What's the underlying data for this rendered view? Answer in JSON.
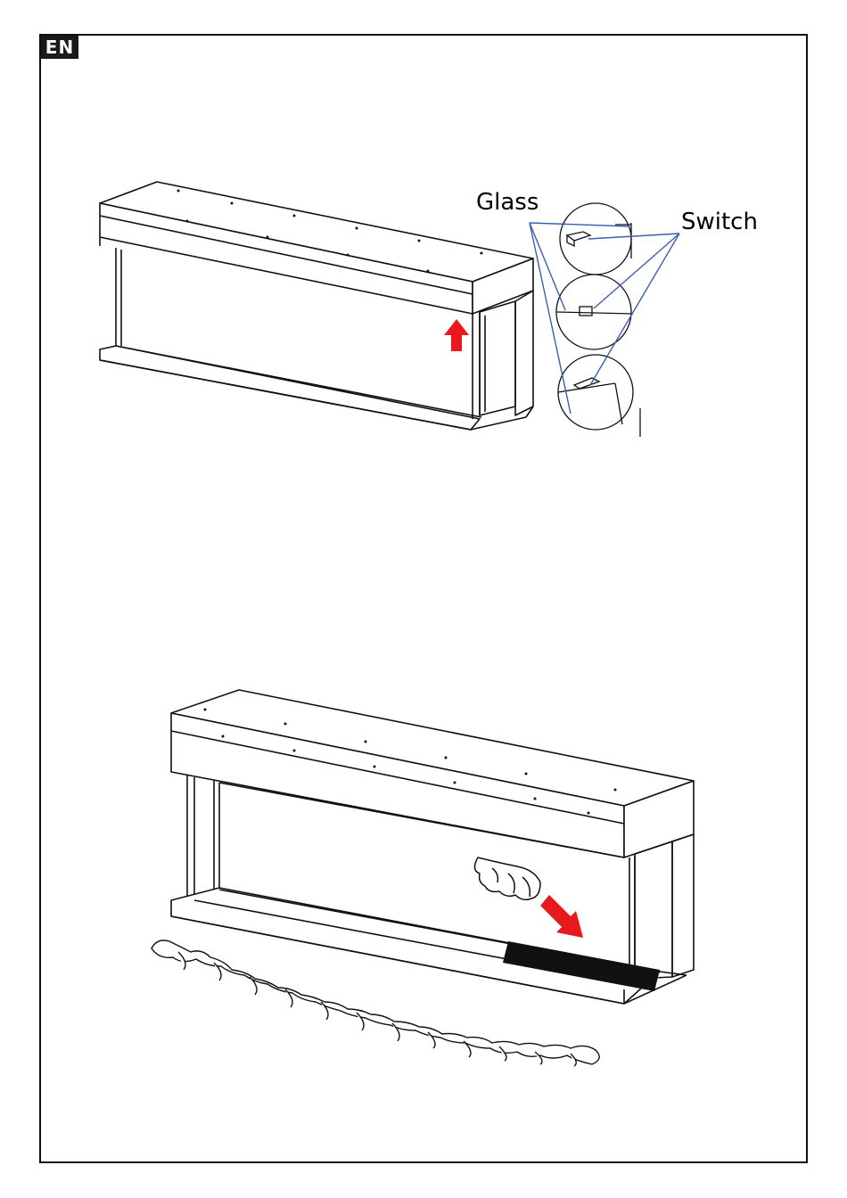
{
  "page": {
    "language_badge": "EN"
  },
  "figure_top": {
    "callouts": {
      "glass_label": "Glass",
      "switch_label": "Switch"
    },
    "arrow_color": "#e8191c",
    "arrow_direction": "up"
  },
  "figure_bottom": {
    "arrow_color": "#e8191c",
    "arrow_direction": "down-right",
    "object": "log-set"
  },
  "colors": {
    "line": "#111111",
    "callout_line": "#3a5fb0",
    "arrow": "#e8191c"
  }
}
